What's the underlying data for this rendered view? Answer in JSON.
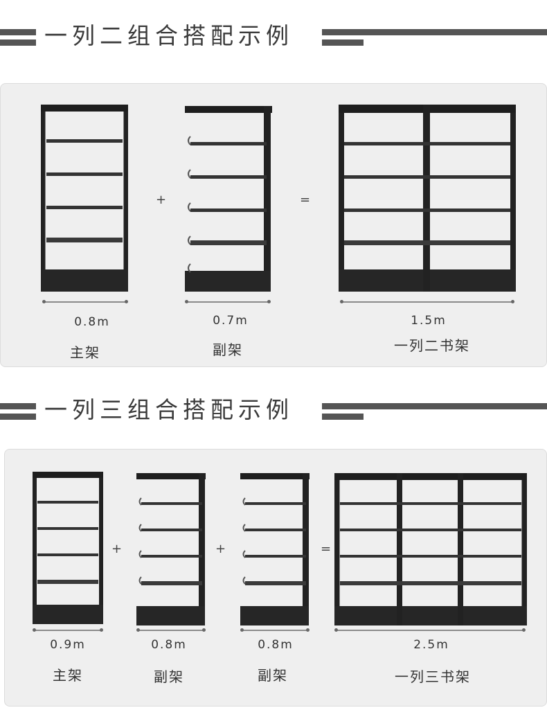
{
  "sections": [
    {
      "title": "一列二组合搭配示例",
      "operators": [
        "+",
        "="
      ],
      "items": [
        {
          "size": "0.8m",
          "label": "主架"
        },
        {
          "size": "0.7m",
          "label": "副架"
        },
        {
          "size": "1.5m",
          "label": "一列二书架"
        }
      ]
    },
    {
      "title": "一列三组合搭配示例",
      "operators": [
        "+",
        "+",
        "="
      ],
      "items": [
        {
          "size": "0.9m",
          "label": "主架"
        },
        {
          "size": "0.8m",
          "label": "副架"
        },
        {
          "size": "0.8m",
          "label": "副架"
        },
        {
          "size": "2.5m",
          "label": "一列三书架"
        }
      ]
    }
  ],
  "colors": {
    "frame": "#222222",
    "panel": "#efefef",
    "header_bar": "#555555"
  },
  "icons": [
    "main-shelf-unit-icon",
    "add-on-shelf-unit-icon",
    "combined-bookshelf-icon"
  ]
}
